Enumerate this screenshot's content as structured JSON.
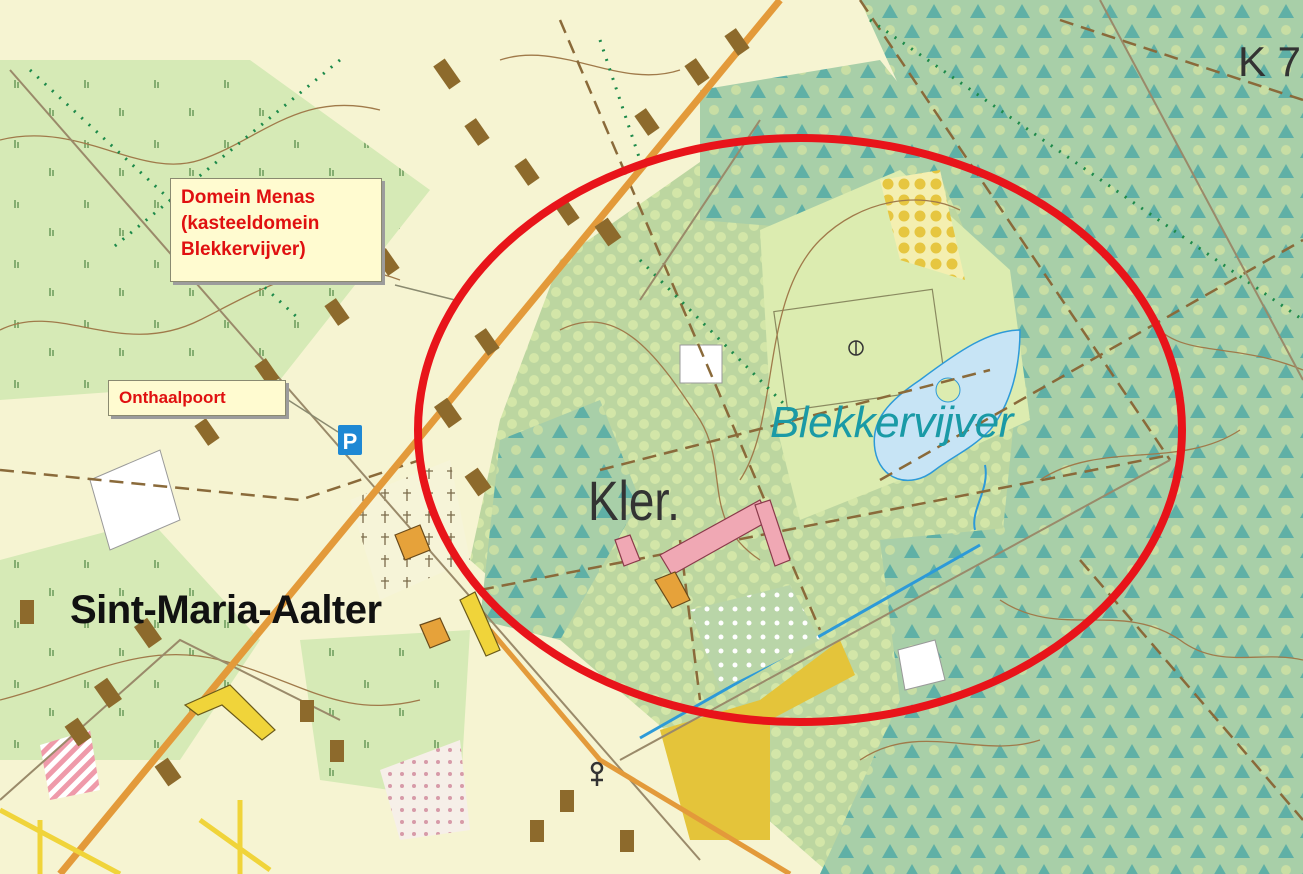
{
  "map": {
    "sheet_code": "K 7",
    "labels": {
      "village": "Sint-Maria-Aalter",
      "institution": "Kler.",
      "pond": "Blekkervijver"
    },
    "callouts": {
      "domain": [
        "Domein Menas",
        "(kasteeldomein",
        "Blekkervijver)"
      ],
      "gateway": "Onthaalpoort"
    },
    "parking_symbol": "P",
    "colors": {
      "forest": "#a8cfa8",
      "meadow": "#d8eab0",
      "built_area": "#f6f4d2",
      "water": "#c7e4f5",
      "main_road": "#e39a3a",
      "building": "#8d6a2c",
      "highlight_circle": "#e8141a",
      "callout_text": "#e01010"
    }
  }
}
